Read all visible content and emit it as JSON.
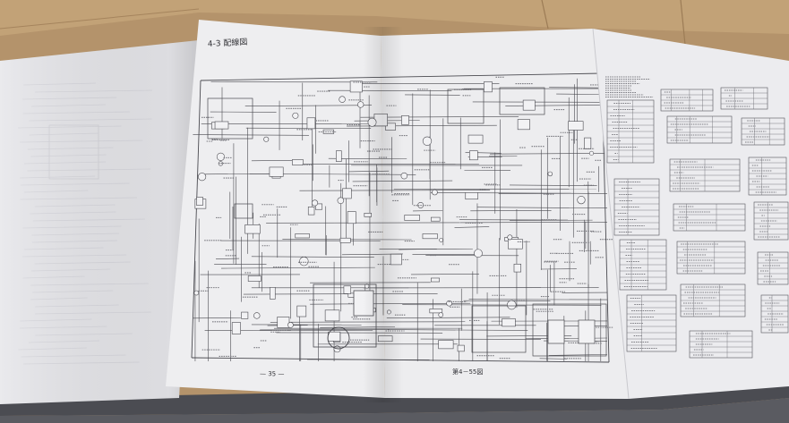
{
  "page": {
    "header": "4-3 配線図",
    "page_number": "— 35 —",
    "figure_label": "第4－55図"
  },
  "colors": {
    "cardboard": "#b4936b",
    "cardboard_light": "#c6a67c",
    "paper": "#ececee",
    "paper_shadow": "#d6d6da",
    "ink": "#4a4a50",
    "cover": "#4b4c52"
  }
}
